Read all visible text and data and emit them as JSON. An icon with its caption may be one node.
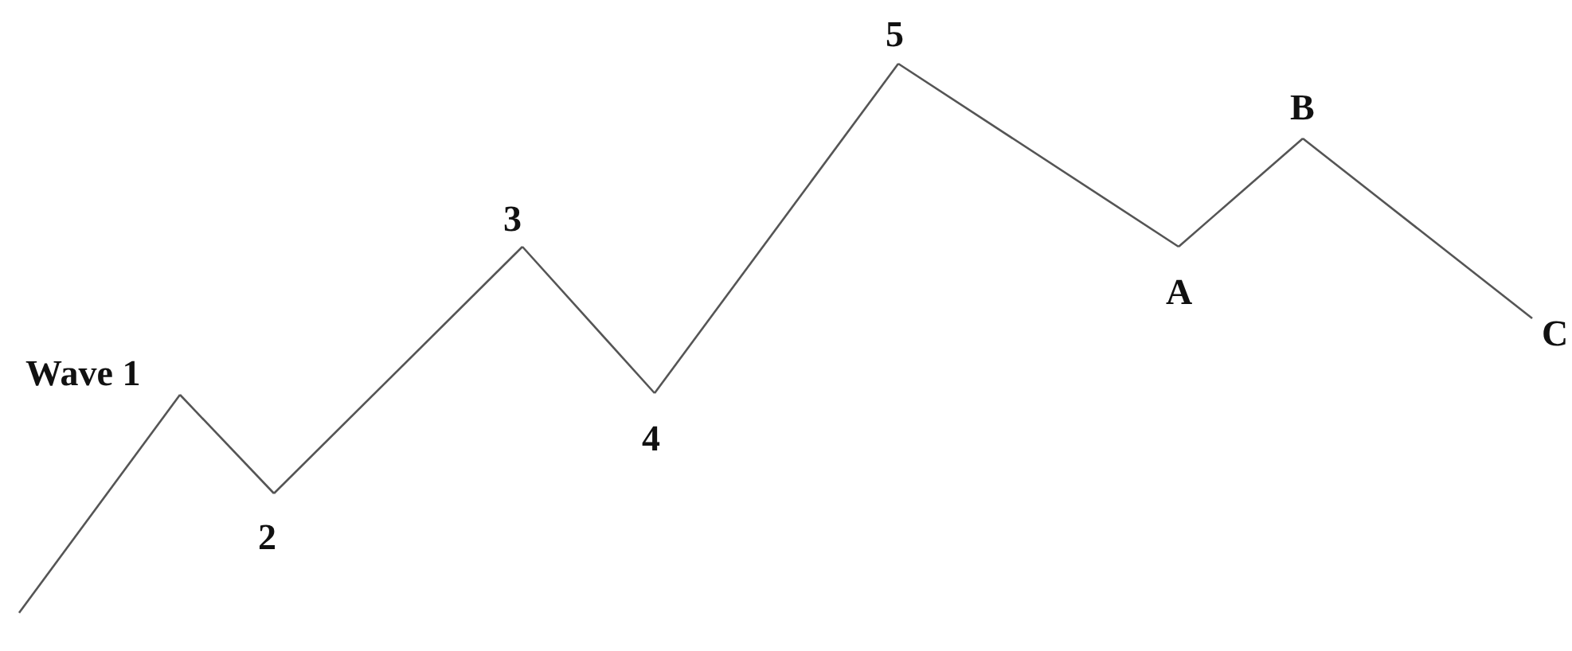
{
  "diagram": {
    "nodes": [
      {
        "text": [
          "Wave 1"
        ]
      },
      {
        "text": [
          "2"
        ]
      },
      {
        "text": [
          "3"
        ]
      },
      {
        "text": [
          "4"
        ]
      },
      {
        "text": [
          "5"
        ]
      },
      {
        "text": [
          "A"
        ]
      },
      {
        "text": [
          "B"
        ]
      },
      {
        "text": [
          "C"
        ]
      }
    ],
    "edges": [
      {
        "from": null,
        "to": 0,
        "arrow": "none"
      },
      {
        "from": 0,
        "to": 1,
        "arrow": "none"
      },
      {
        "from": 1,
        "to": 2,
        "arrow": "none"
      },
      {
        "from": 2,
        "to": 3,
        "arrow": "none"
      },
      {
        "from": 3,
        "to": 4,
        "arrow": "none"
      },
      {
        "from": 4,
        "to": 5,
        "arrow": "none"
      },
      {
        "from": 5,
        "to": 6,
        "arrow": "none"
      },
      {
        "from": 6,
        "to": 7,
        "arrow": "none"
      }
    ]
  }
}
